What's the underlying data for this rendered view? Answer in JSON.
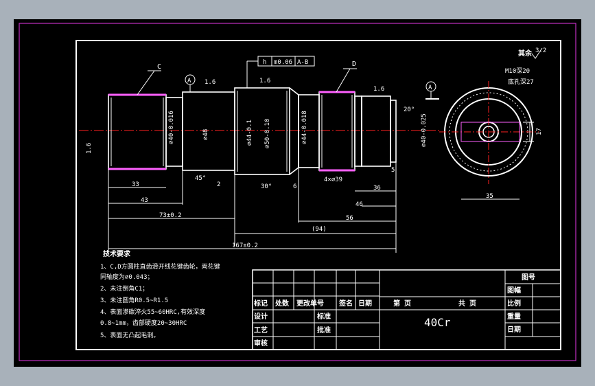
{
  "drawing": {
    "corner_roughness": "其余",
    "corner_roughness_value": "3.2",
    "callout_c": "C",
    "callout_d": "D",
    "datum_a": "A",
    "tolerance_frame": [
      "h",
      "m0.06",
      "A-B"
    ],
    "roughness_values": [
      "1.6",
      "1.6",
      "1.6",
      "1.6"
    ],
    "diameters": [
      "⌀40-0.016",
      "⌀48",
      "⌀44-0.1",
      "⌀50-0.10",
      "⌀44-0.018",
      "⌀40-0.025"
    ],
    "angles": [
      "45°",
      "30°",
      "20°"
    ],
    "dims": {
      "d33": "33",
      "d43": "43",
      "d73": "73±0.2",
      "d167": "167±0.2",
      "d2": "2",
      "d6": "6",
      "d39": "4×⌀39",
      "d36": "36",
      "d46": "46",
      "d56": "56",
      "d94": "(94)",
      "d5": "5",
      "d35": "35",
      "d17": "17"
    },
    "side_view_labels": [
      "M10深20",
      "底孔深27"
    ]
  },
  "tech_requirements": {
    "title": "技术要求",
    "items": [
      "1、C,D方圆柱直齿滑开线花键齿轮，両花键",
      "   同轴度为⌀0.043；",
      "2、未注倒角C1；",
      "3、未注圆角R0.5~R1.5",
      "4、表面渗碳淬火55~60HRC,有效深度",
      "   0.8~1mm，齿部硬度20~30HRC",
      "5、表面无凸起毛刺。"
    ]
  },
  "title_block": {
    "drawing_no_label": "图号",
    "material_label": "图幅",
    "scale_label": "比例",
    "weight_label": "重量",
    "date_label": "日期",
    "row_labels": [
      "标记",
      "处数",
      "更改单号",
      "签名",
      "日期"
    ],
    "designer": "设计",
    "process": "工艺",
    "reviewer": "审核",
    "standard": "标准",
    "approve": "批准",
    "sheet": "第  页",
    "total": "共  页",
    "material": "40Cr"
  }
}
